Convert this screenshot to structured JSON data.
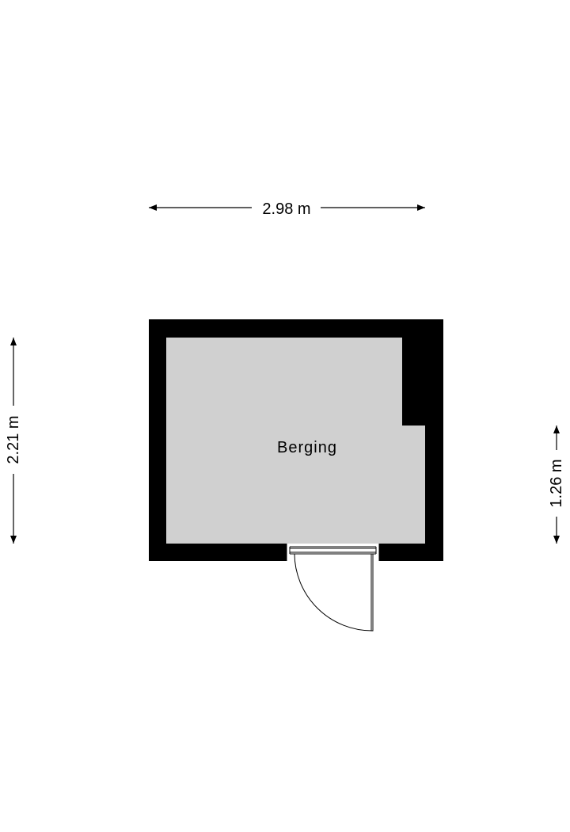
{
  "colors": {
    "wall": "#000000",
    "floor": "#d0d0d0",
    "background": "#ffffff",
    "line": "#000000"
  },
  "rooms": [
    {
      "name": "Berging"
    }
  ],
  "dimensions": {
    "top_width": "2.98 m",
    "left_height": "2.21 m",
    "right_height": "1.26 m"
  },
  "door": {
    "type": "single-swing",
    "swing": "outward"
  }
}
